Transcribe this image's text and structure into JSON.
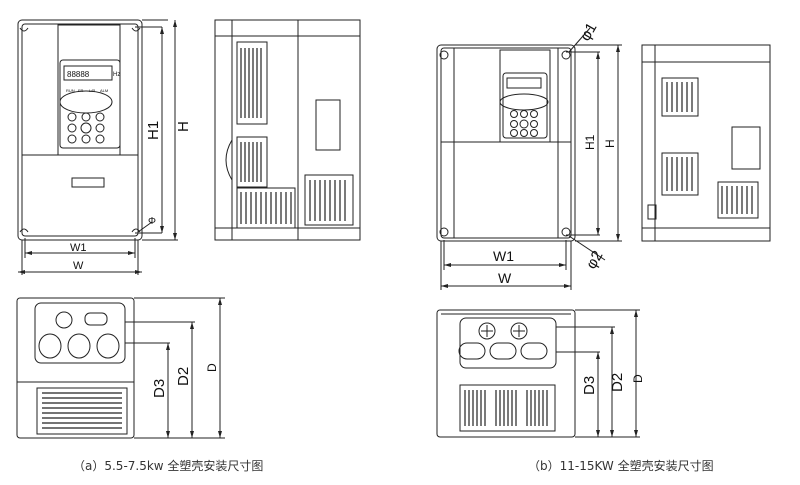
{
  "figures": [
    {
      "id": "a",
      "caption": "（a）5.5-7.5kw 全塑壳安装尺寸图",
      "front_labels": {
        "h1": "H1",
        "h": "H",
        "w1": "W1",
        "w": "W",
        "hole": "Φ"
      },
      "bottom_labels": {
        "d3": "D3",
        "d2": "D2",
        "d": "D"
      },
      "keypad": {
        "display": "88888",
        "unit": "Hz",
        "indicators": [
          "RUN",
          "FR",
          "L/R",
          "ALM"
        ]
      }
    },
    {
      "id": "b",
      "caption": "（b）11-15KW 全塑壳安装尺寸图",
      "front_labels": {
        "h1": "H1",
        "h": "H",
        "w1": "W1",
        "w": "W",
        "hole_top": "φ1",
        "hole_bottom": "φ2"
      },
      "bottom_labels": {
        "d3": "D3",
        "d2": "D2",
        "d": "D"
      }
    }
  ]
}
